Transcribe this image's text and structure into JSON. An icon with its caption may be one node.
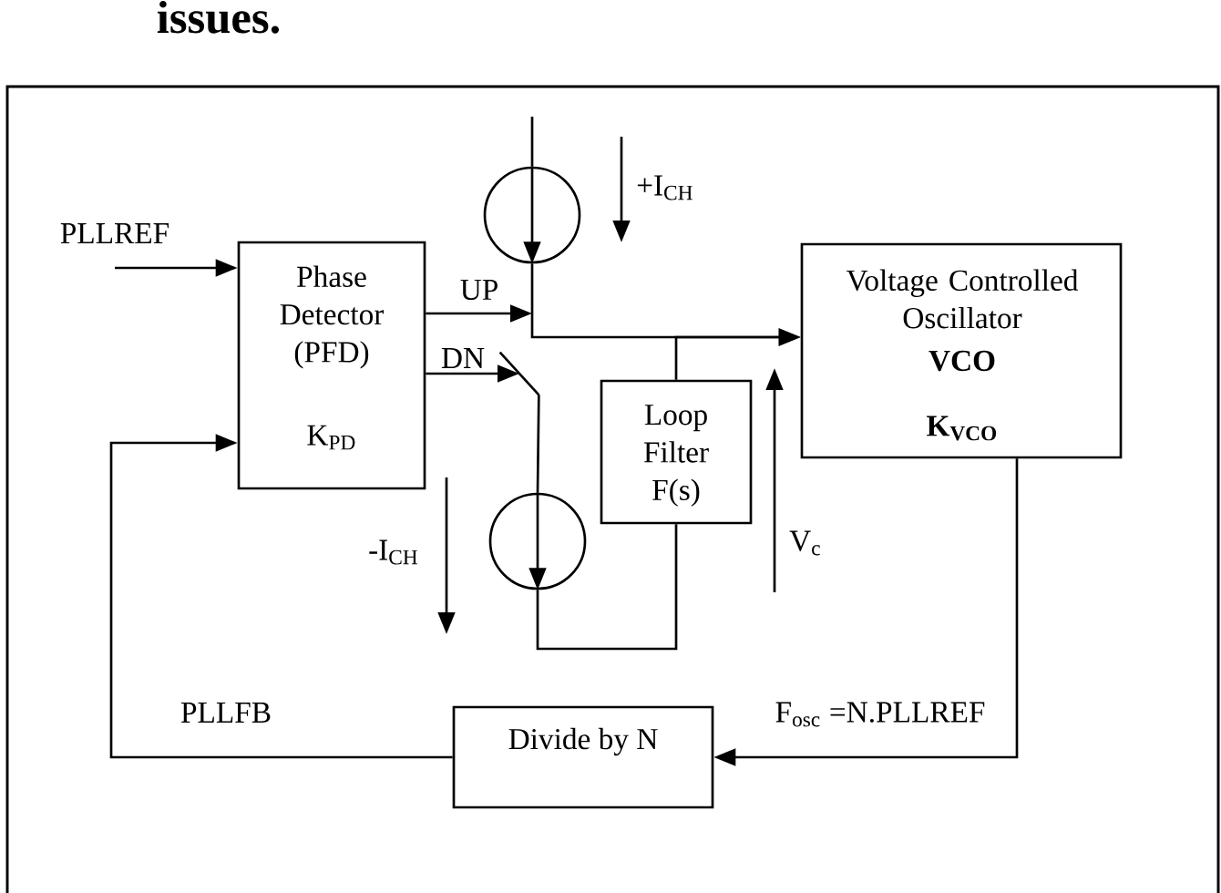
{
  "diagram": {
    "nodes": [
      {
        "text": [
          "PLLREF"
        ]
      },
      {
        "text": [
          "Phase Detector (PFD)",
          "K$_{PD}$"
        ]
      },
      {
        "text": [],
        "shape": "circle"
      },
      {
        "text": [
          "Voltage Controlled Oscillator",
          "VCO",
          "K$_{VCO}$"
        ]
      },
      {
        "text": [],
        "shape": "switch"
      },
      {
        "text": [
          "Loop Filter F(s)"
        ]
      },
      {
        "text": [],
        "shape": "circle"
      },
      {
        "text": [
          "Divide by N"
        ]
      }
    ],
    "edges": [
      {
        "from": 0,
        "to": 1,
        "arrow": "to"
      },
      {
        "from": 1,
        "to": null,
        "arrow": "to",
        "label": "UP"
      },
      {
        "from": 1,
        "to": 4,
        "arrow": "to",
        "label": "DN"
      },
      {
        "from": null,
        "to": 2,
        "arrow": "none"
      },
      {
        "from": 2,
        "to": 3,
        "arrow": "to"
      },
      {
        "from": 4,
        "to": 6,
        "arrow": "none"
      },
      {
        "from": 6,
        "to": 5,
        "arrow": "none"
      },
      {
        "from": 5,
        "to": 3,
        "arrow": "to"
      },
      {
        "from": 3,
        "to": 7,
        "arrow": "to",
        "label": "F$_{osc}$ =N.PLLREF"
      },
      {
        "from": 7,
        "to": 1,
        "arrow": "to",
        "label": "PLLFB"
      }
    ],
    "labels": [
      "issues.",
      "+I$_{CH}$",
      "-I$_{CH}$",
      "V$_{c}$"
    ]
  }
}
